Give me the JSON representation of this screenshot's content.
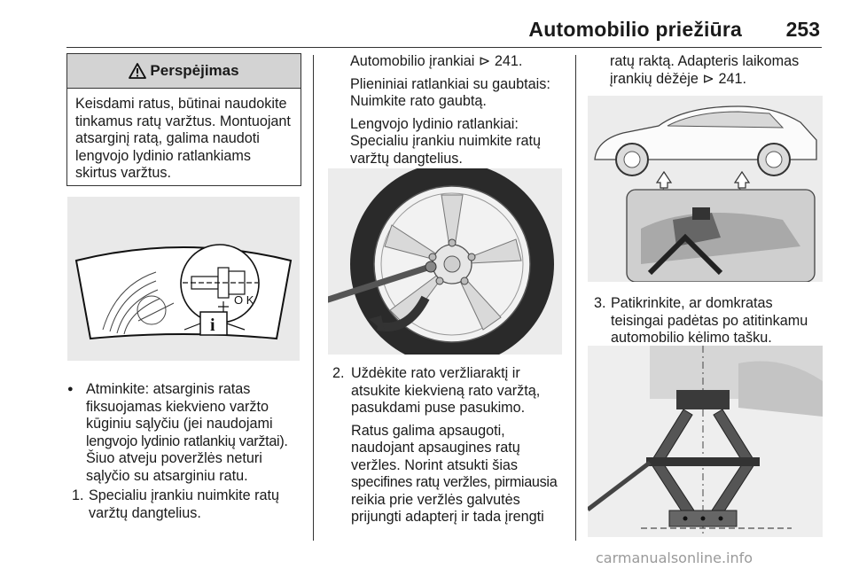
{
  "header": {
    "title": "Automobilio priežiūra",
    "page_number": "253"
  },
  "warning": {
    "title": "Perspėjimas",
    "lines": [
      "Keisdami ratus, būtinai naudokite",
      "tinkamus ratų varžtus. Montuojant",
      "atsarginį ratą, galima naudoti",
      "lengvojo lydinio ratlankiams",
      "skirtus varžtus."
    ]
  },
  "figure1": {
    "label_ok": "O K",
    "info_glyph": "i"
  },
  "col1": {
    "bullet_mark": "●",
    "bullet_lines": [
      "Atminkite: atsarginis ratas",
      "fiksuojamas kiekvieno varžto",
      "kūginiu sąlyčiu (jei naudojami",
      "lengvojo lydinio ratlankių varžtai).",
      "Šiuo atveju poveržlės neturi",
      "sąlyčio su atsarginiu ratu."
    ],
    "step1_num": "1.",
    "step1_lines": [
      "Specialiu įrankiu nuimkite ratų",
      "varžtų dangtelius."
    ]
  },
  "col2": {
    "para1_lines": [
      "Automobilio įrankiai ⊳ 241."
    ],
    "para2_lines": [
      "Plieniniai ratlankiai su gaubtais:",
      "Nuimkite rato gaubtą."
    ],
    "para3_lines": [
      "Lengvojo lydinio ratlankiai:",
      "Specialiu įrankiu nuimkite ratų",
      "varžtų dangtelius."
    ],
    "step2_num": "2.",
    "step2_lines": [
      "Uždėkite rato veržliaraktį ir",
      "atsukite kiekvieną rato varžtą,",
      "pasukdami puse pasukimo."
    ],
    "step2b_lines": [
      "Ratus galima apsaugoti,",
      "naudojant apsaugines ratų",
      "veržles. Norint atsukti šias",
      "specifines ratų veržles, pirmiausia",
      "reikia prie veržlės galvutės",
      "prijungti adapterį ir tada įrengti"
    ]
  },
  "col3": {
    "para1_lines": [
      "ratų raktą. Adapteris laikomas",
      "įrankių dėžėje ⊳ 241."
    ],
    "step3_num": "3.",
    "step3_lines": [
      "Patikrinkite, ar domkratas",
      "teisingai padėtas po atitinkamu",
      "automobilio kėlimo tašku."
    ]
  },
  "footer": {
    "text": "carmanualsonline.info"
  }
}
